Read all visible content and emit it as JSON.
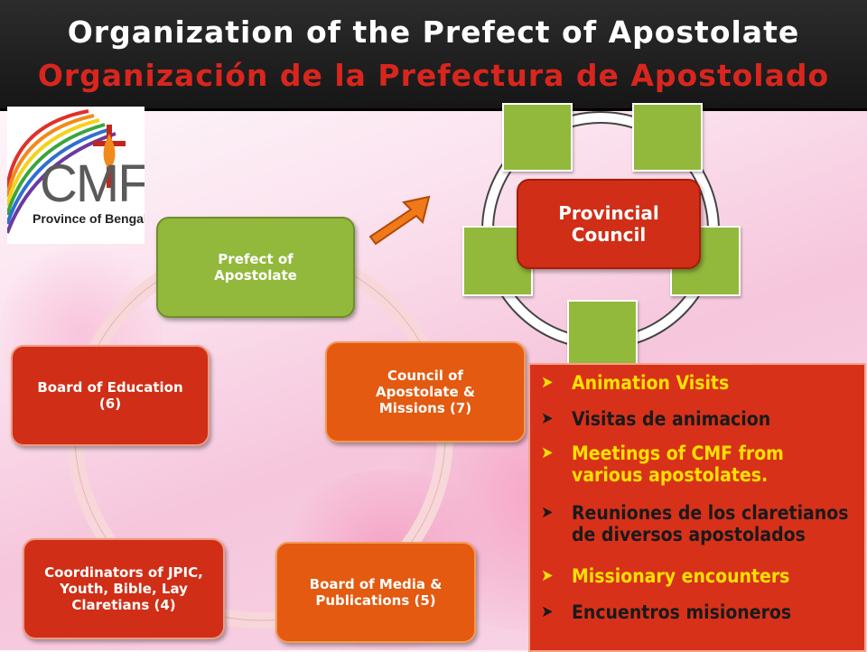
{
  "header": {
    "title_en": "Organization of the Prefect of Apostolate",
    "title_es": "Organización de la Prefectura de Apostolado"
  },
  "logo": {
    "mark": "CMF",
    "subtitle": "Province of Bengaluru"
  },
  "cycle": {
    "prefect": "Prefect of Apostolate",
    "council": "Council of Apostolate & Missions (7)",
    "media": "Board of Media & Publications (5)",
    "coordinators": "Coordinators of JPIC, Youth, Bible, Lay Claretians  (4)",
    "education": "Board of Education (6)"
  },
  "council_diagram": {
    "center": "Provincial Council"
  },
  "bullets": [
    {
      "text": "Animation Visits",
      "color": "yellow"
    },
    {
      "text": "Visitas de animacion",
      "color": "dark"
    },
    {
      "text": "Meetings of CMF from various apostolates.",
      "color": "yellow"
    },
    {
      "text": "Reuniones de los claretianos de diversos apostolados",
      "color": "dark"
    },
    {
      "text": "Missionary encounters",
      "color": "yellow"
    },
    {
      "text": "Encuentros misioneros",
      "color": "dark"
    }
  ],
  "colors": {
    "green": "#92b83c",
    "orange": "#e35a10",
    "red": "#d02e16",
    "yellow_text": "#ffe000"
  }
}
